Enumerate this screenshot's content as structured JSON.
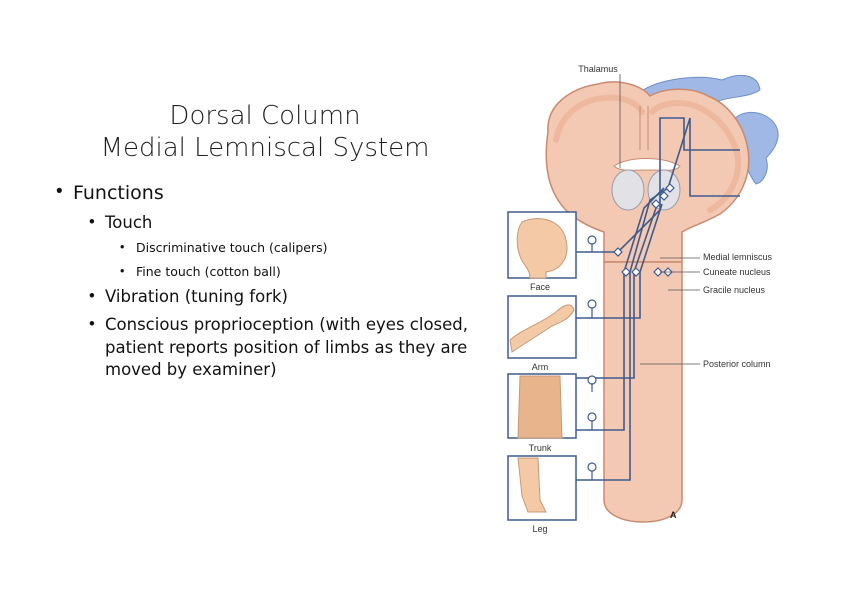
{
  "slide": {
    "title_line1": "Dorsal Column",
    "title_line2": "Medial Lemniscal System",
    "bullets": {
      "level1": "Functions",
      "touch": "Touch",
      "touch_sub1": "Discriminative touch (calipers)",
      "touch_sub2": "Fine touch (cotton ball)",
      "vibration": "Vibration (tuning fork)",
      "proprio_line1": "Conscious proprioception (with eyes closed,",
      "proprio_line2": "patient reports position of limbs as they are",
      "proprio_line3": "moved by examiner)"
    }
  },
  "figure": {
    "labels": {
      "thalamus": "Thalamus",
      "medial_lemniscus": "Medial lemniscus",
      "cuneate_nucleus": "Cuneate nucleus",
      "gracile_nucleus": "Gracile nucleus",
      "posterior_column": "Posterior column",
      "face": "Face",
      "arm": "Arm",
      "trunk": "Trunk",
      "leg": "Leg",
      "panel_letter": "A"
    },
    "colors": {
      "brain_fill": "#f3c9b4",
      "brain_outline": "#c98a70",
      "pathway": "#3f5b8c",
      "cortex_homunculus": "#9fb8e6",
      "thalamus_fill": "#e2e2e6"
    }
  }
}
